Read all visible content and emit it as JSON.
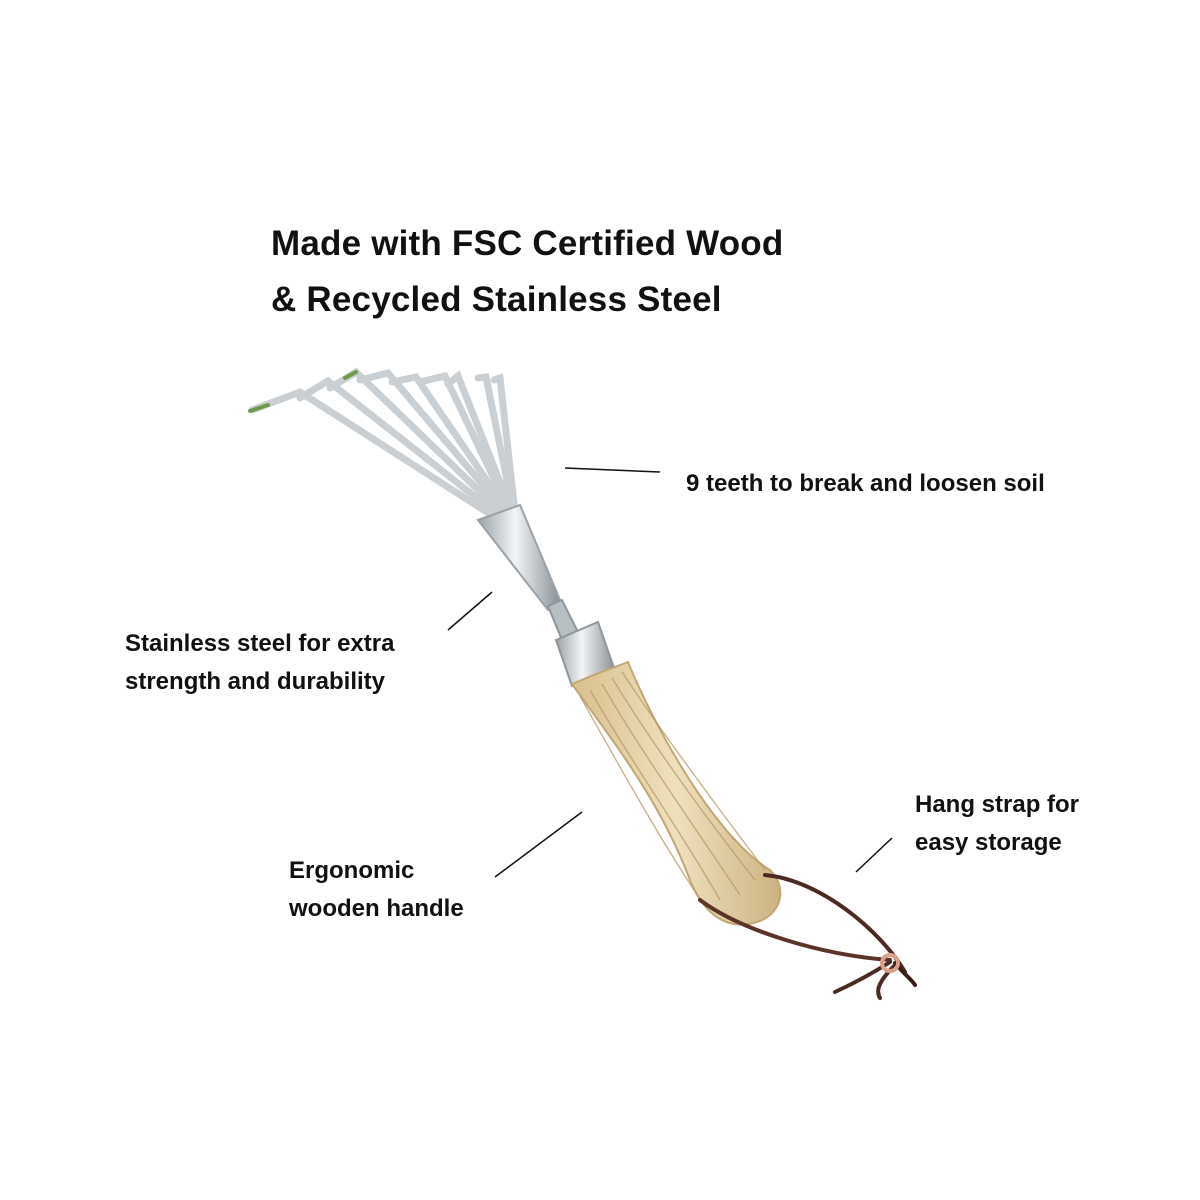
{
  "headline": {
    "line1": "Made with FSC Certified Wood",
    "line2": "& Recycled Stainless Steel"
  },
  "callouts": {
    "teeth": {
      "line1": "9 teeth to break and loosen soil"
    },
    "steel": {
      "line1": "Stainless steel for extra",
      "line2": "strength and durability"
    },
    "strap": {
      "line1": "Hang strap for",
      "line2": "easy storage"
    },
    "handle": {
      "line1": "Ergonomic",
      "line2": "wooden handle"
    }
  },
  "product": {
    "name": "hand rake",
    "teeth_count": 9,
    "colors": {
      "steel": "#d9dde0",
      "steel_dark": "#8f979c",
      "wood": "#e6d3a8",
      "wood_grain": "#b89a66",
      "strap": "#4a2a22",
      "tie": "#d9a08a",
      "background": "#ffffff",
      "text": "#111111"
    }
  }
}
